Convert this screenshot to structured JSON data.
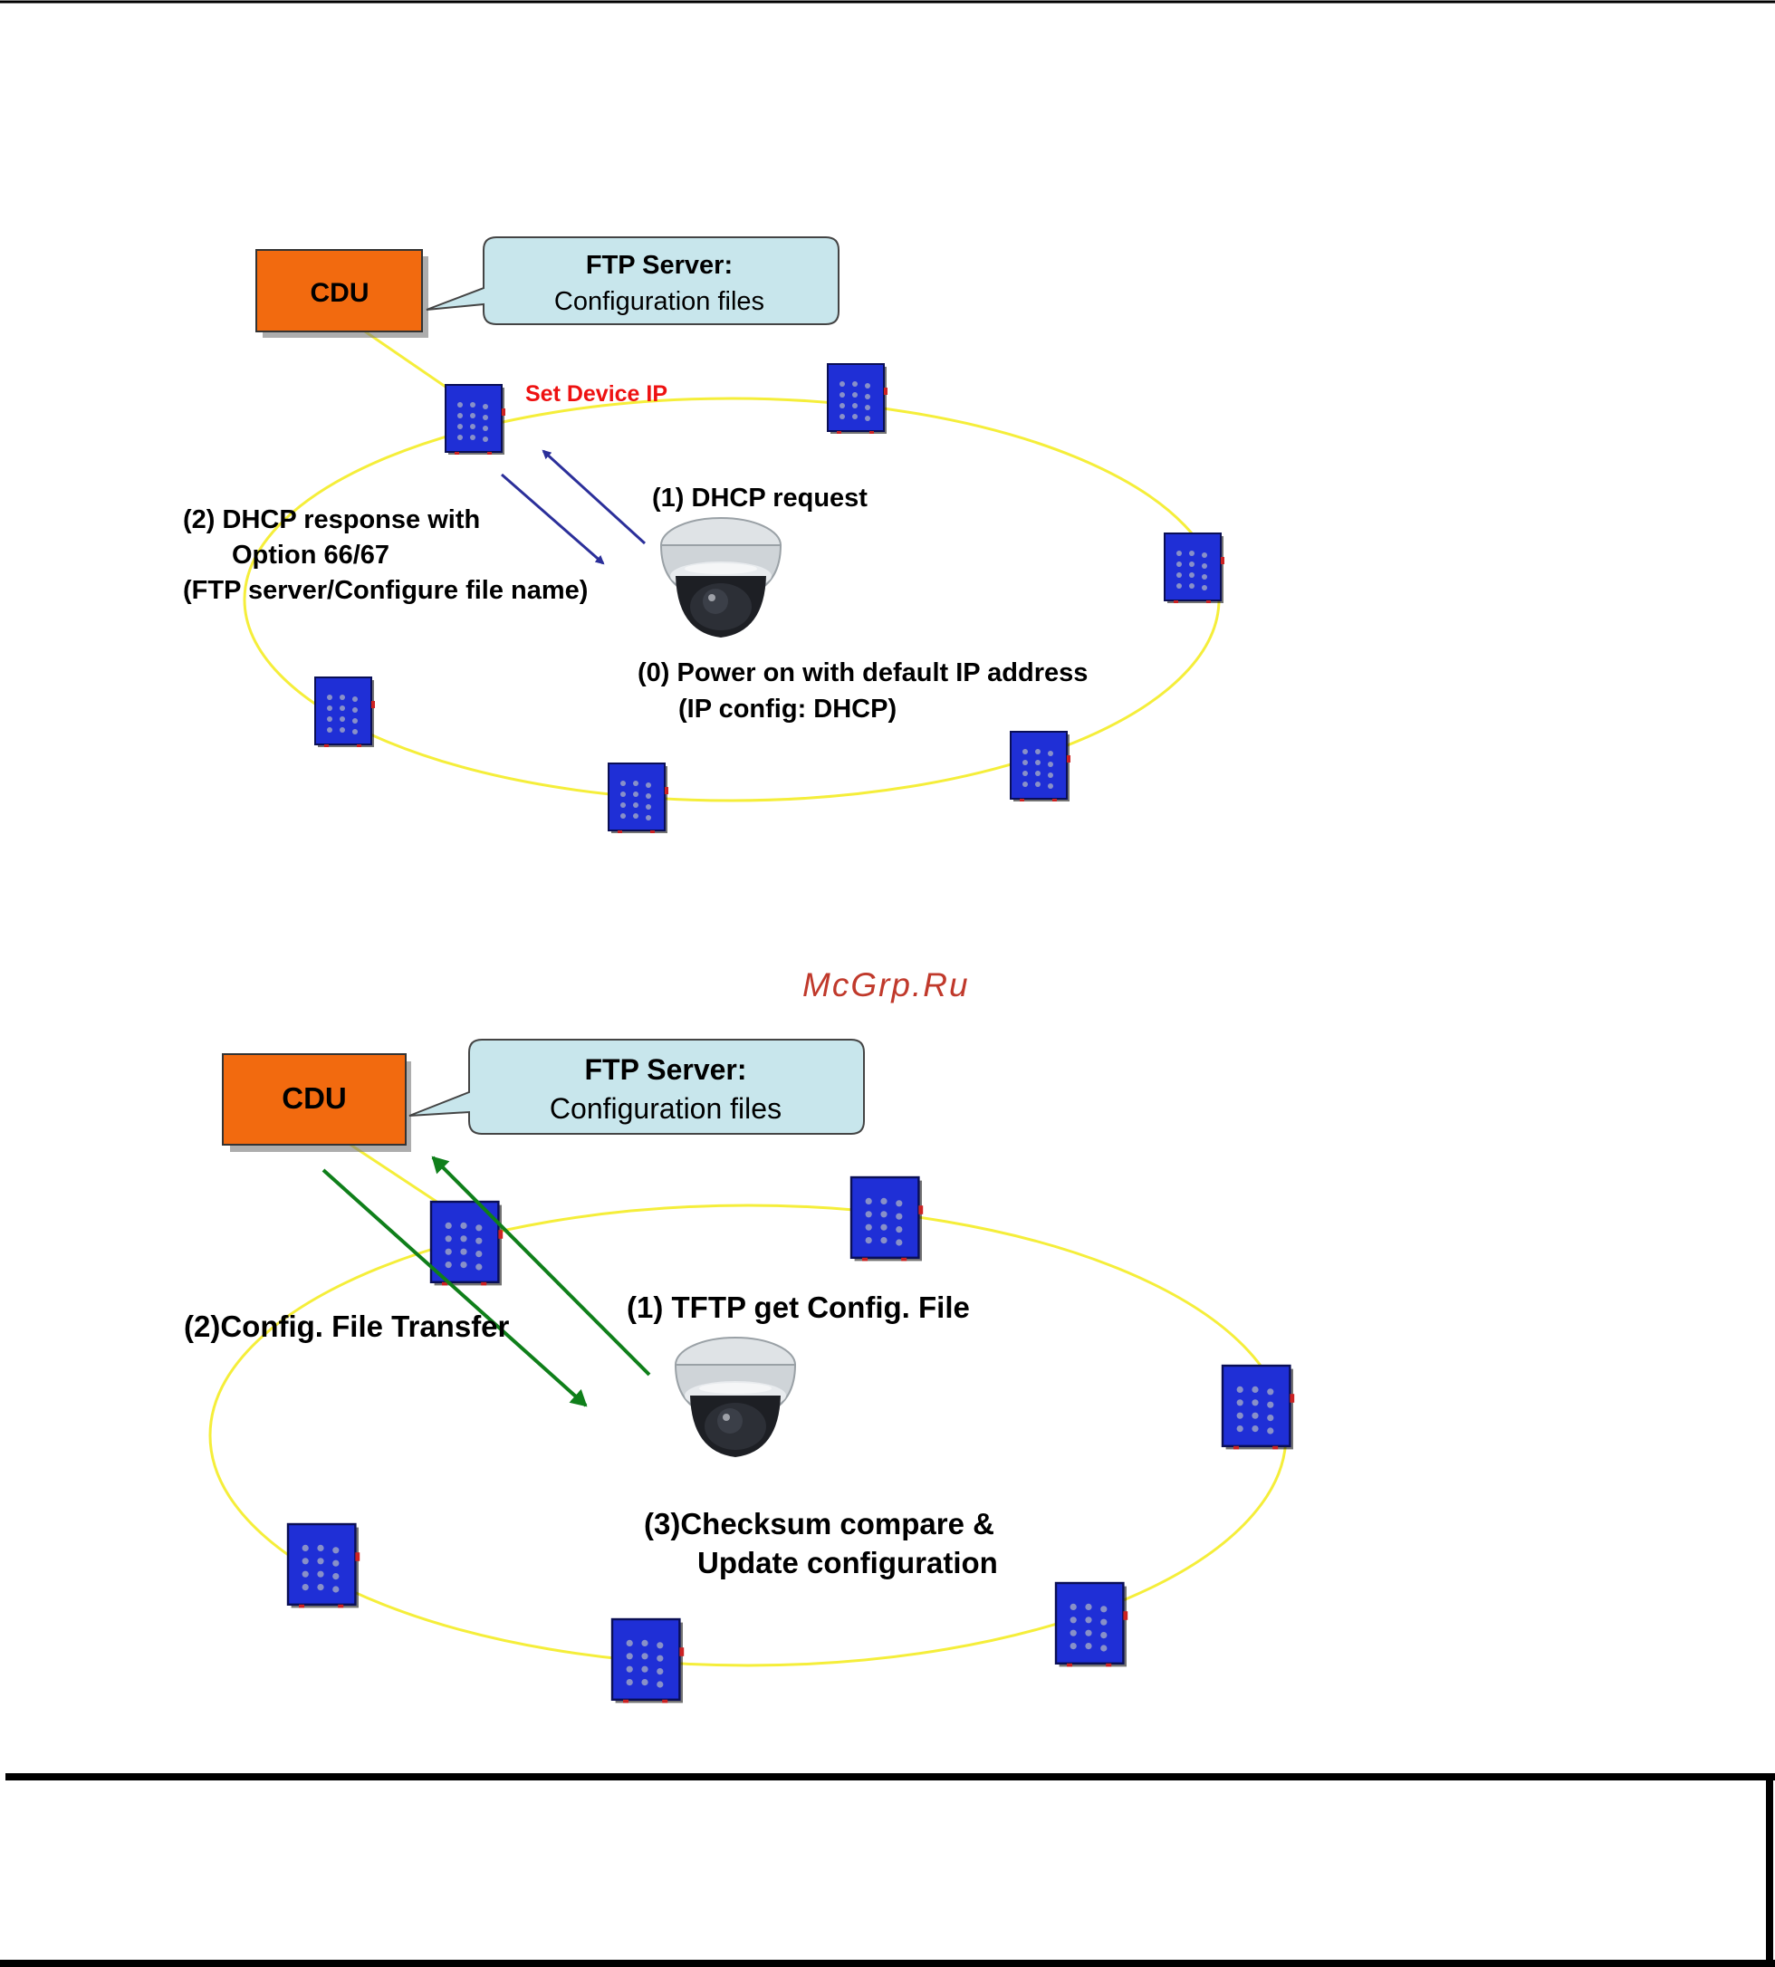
{
  "colors": {
    "ring": "#f5ee3a",
    "cdu_fill": "#f26a0f",
    "callout_fill": "#c8e6ec",
    "device_fill": "#1f2fd6",
    "arrow_blue": "#2b2f9a",
    "arrow_green": "#0f7f1a",
    "set_ip_red": "#ee1111",
    "watermark": "#c0392b"
  },
  "diagram1": {
    "cdu_label": "CDU",
    "callout_title": "FTP Server:",
    "callout_subtitle": "Configuration files",
    "set_device_ip": "Set Device IP",
    "step1": "(1) DHCP request",
    "step2_line1": "(2) DHCP response with",
    "step2_line2": "Option 66/67",
    "step2_line3": "(FTP server/Configure file name)",
    "step0_line1": "(0) Power on with default IP address",
    "step0_line2": "(IP config: DHCP)"
  },
  "watermark": "McGrp.Ru",
  "diagram2": {
    "cdu_label": "CDU",
    "callout_title": "FTP Server:",
    "callout_subtitle": "Configuration files",
    "step1": "(1) TFTP get Config. File",
    "step2": "(2)Config. File Transfer",
    "step3_line1": "(3)Checksum compare &",
    "step3_line2": "Update configuration"
  },
  "icons": {
    "device": "switch-device-icon",
    "camera": "dome-camera-icon"
  }
}
